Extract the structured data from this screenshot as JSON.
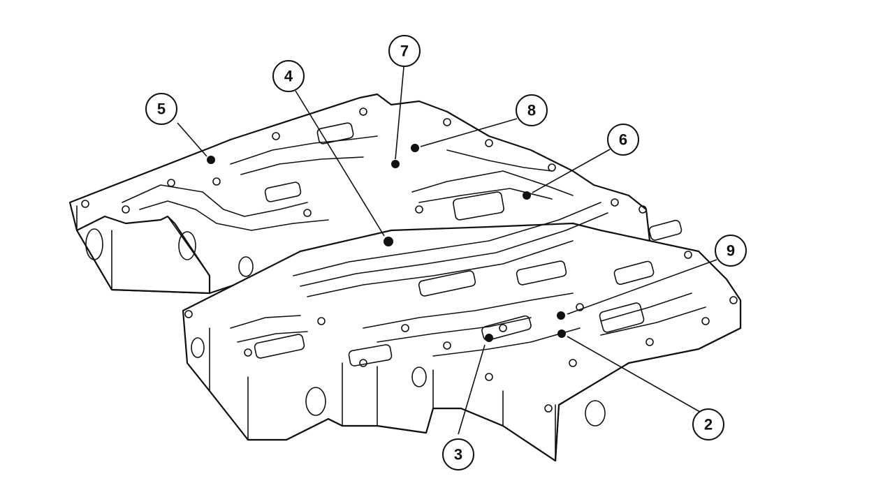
{
  "diagram": {
    "callouts": [
      {
        "id": "2",
        "label": "2"
      },
      {
        "id": "3",
        "label": "3"
      },
      {
        "id": "4",
        "label": "4"
      },
      {
        "id": "5",
        "label": "5"
      },
      {
        "id": "6",
        "label": "6"
      },
      {
        "id": "7",
        "label": "7"
      },
      {
        "id": "8",
        "label": "8"
      },
      {
        "id": "9",
        "label": "9"
      }
    ]
  }
}
